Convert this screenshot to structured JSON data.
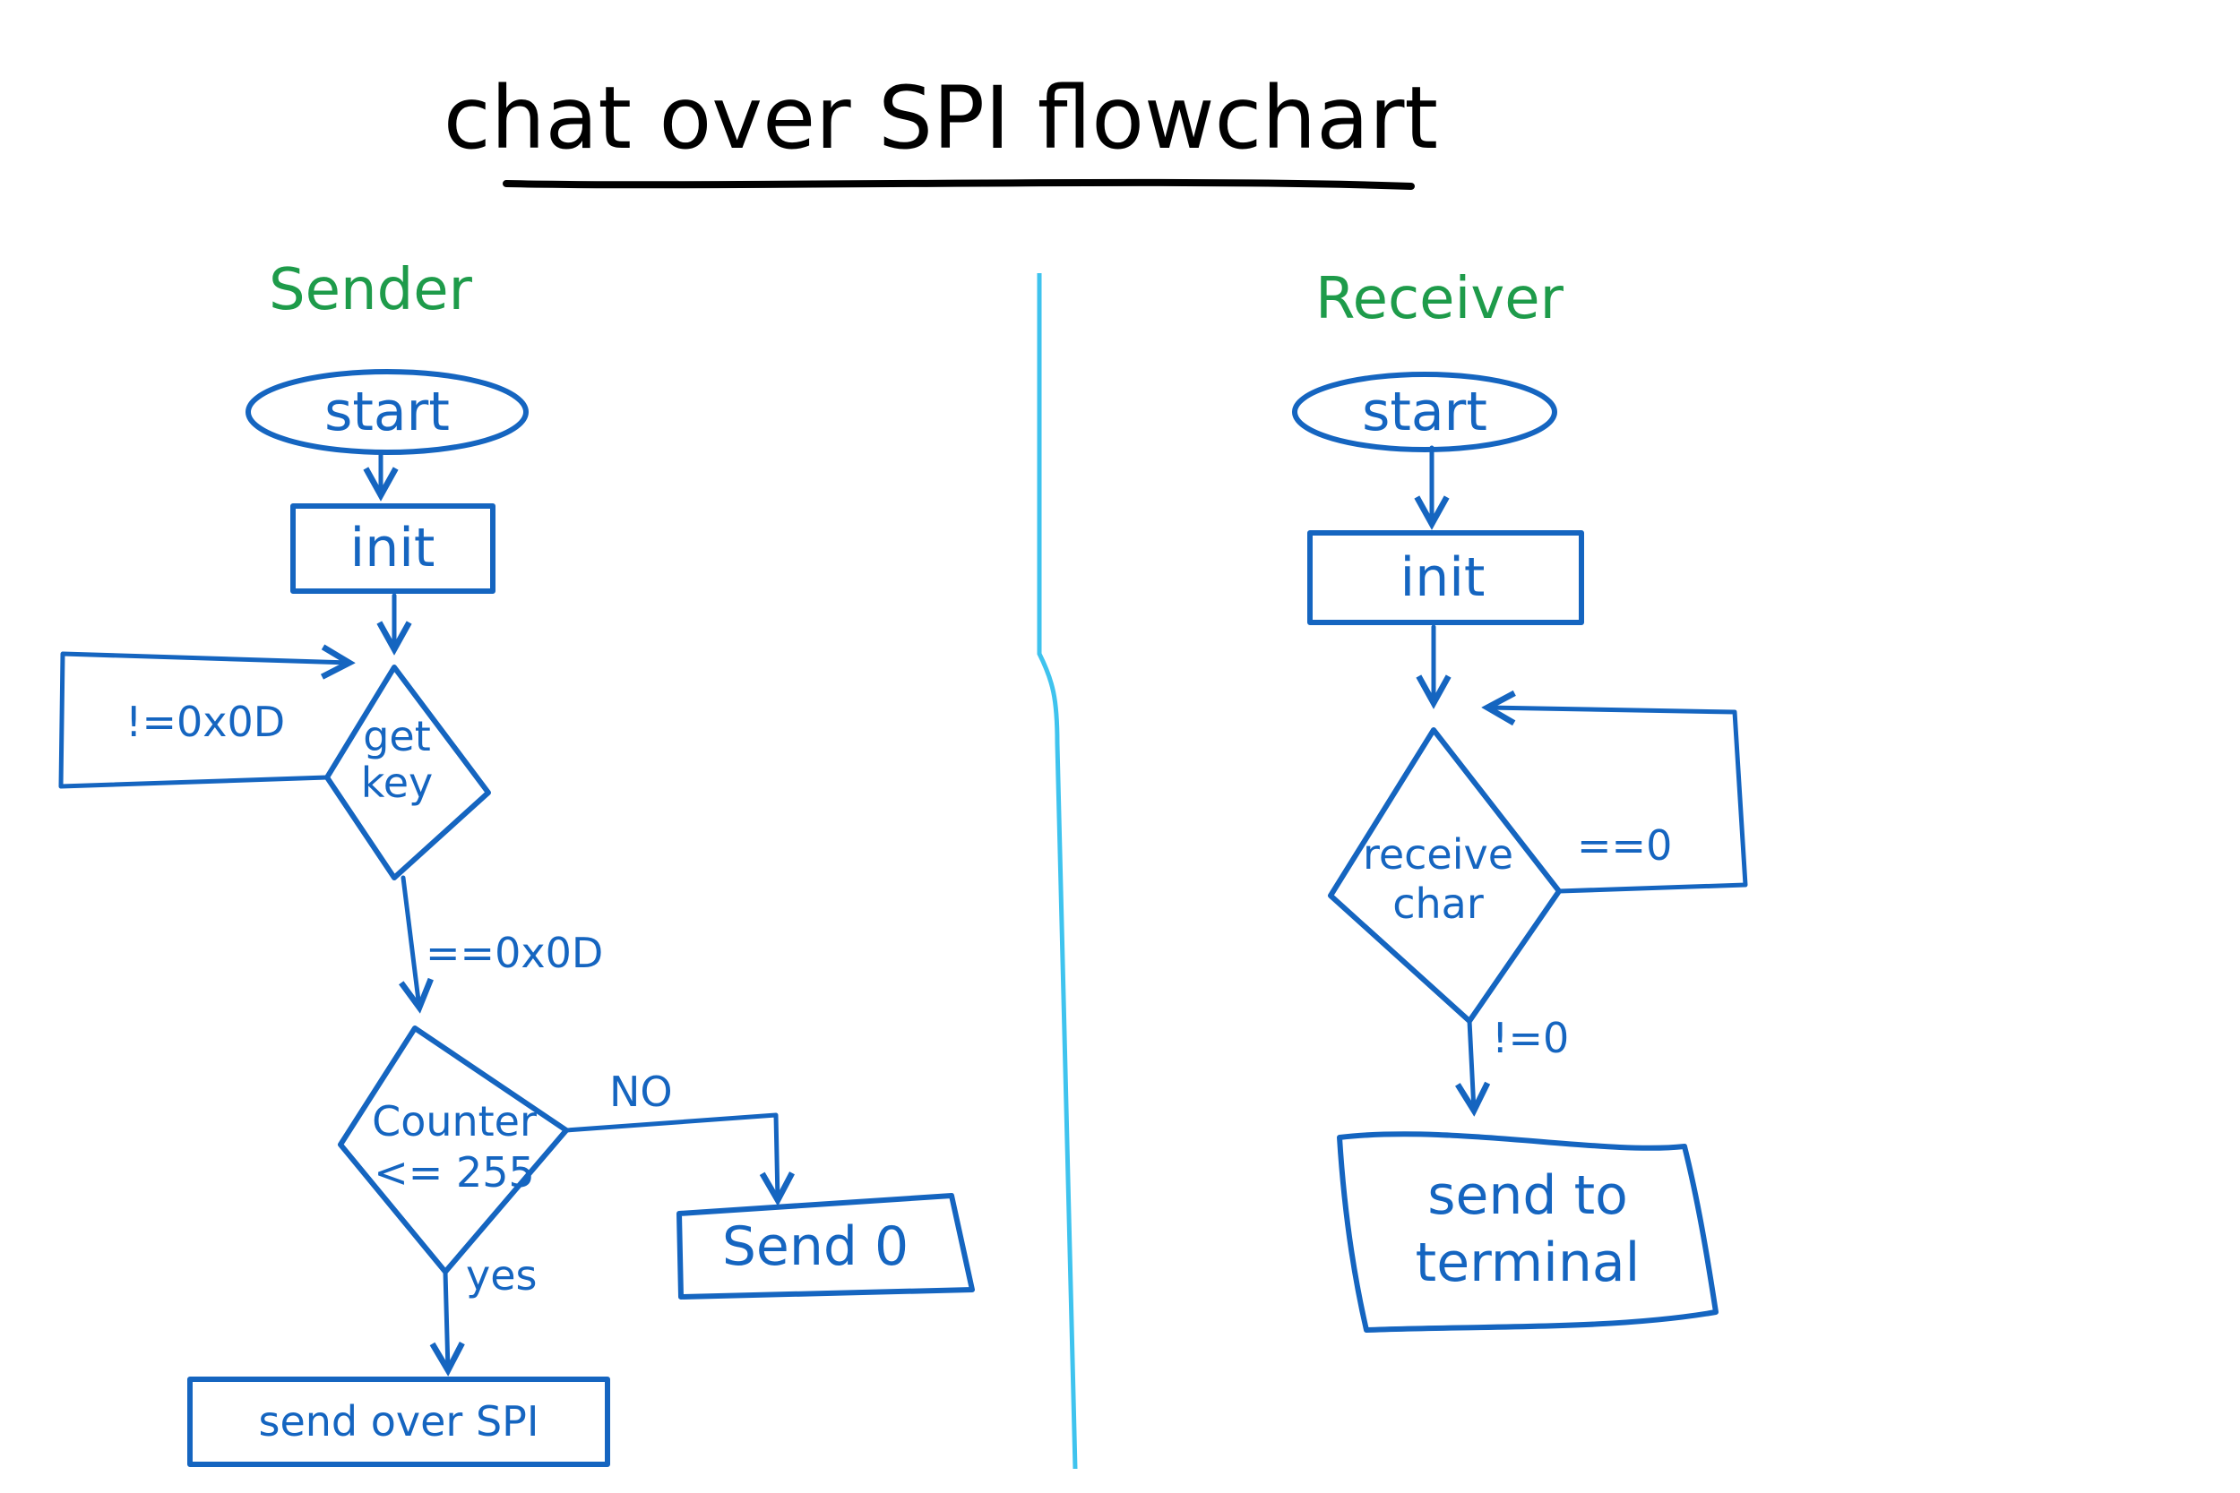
{
  "title": "chat over SPI flowchart",
  "colors": {
    "ink": "#1565c0",
    "lane_label": "#1e9b4a",
    "divider": "#3fc3ee",
    "title": "#000000"
  },
  "sender": {
    "label": "Sender",
    "start": "start",
    "init": "init",
    "get_key": [
      "get",
      "key"
    ],
    "loop_condition": "!=0x0D",
    "exit_condition": "==0x0D",
    "counter_check": [
      "Counter",
      "<= 255"
    ],
    "no_label": "NO",
    "yes_label": "yes",
    "send_zero": "Send 0",
    "send_over_spi": "send over SPI"
  },
  "receiver": {
    "label": "Receiver",
    "start": "start",
    "init": "init",
    "receive_char": [
      "receive",
      "char"
    ],
    "loop_condition": "==0",
    "exit_condition": "!=0",
    "send_to_terminal": [
      "send to",
      "terminal"
    ]
  }
}
